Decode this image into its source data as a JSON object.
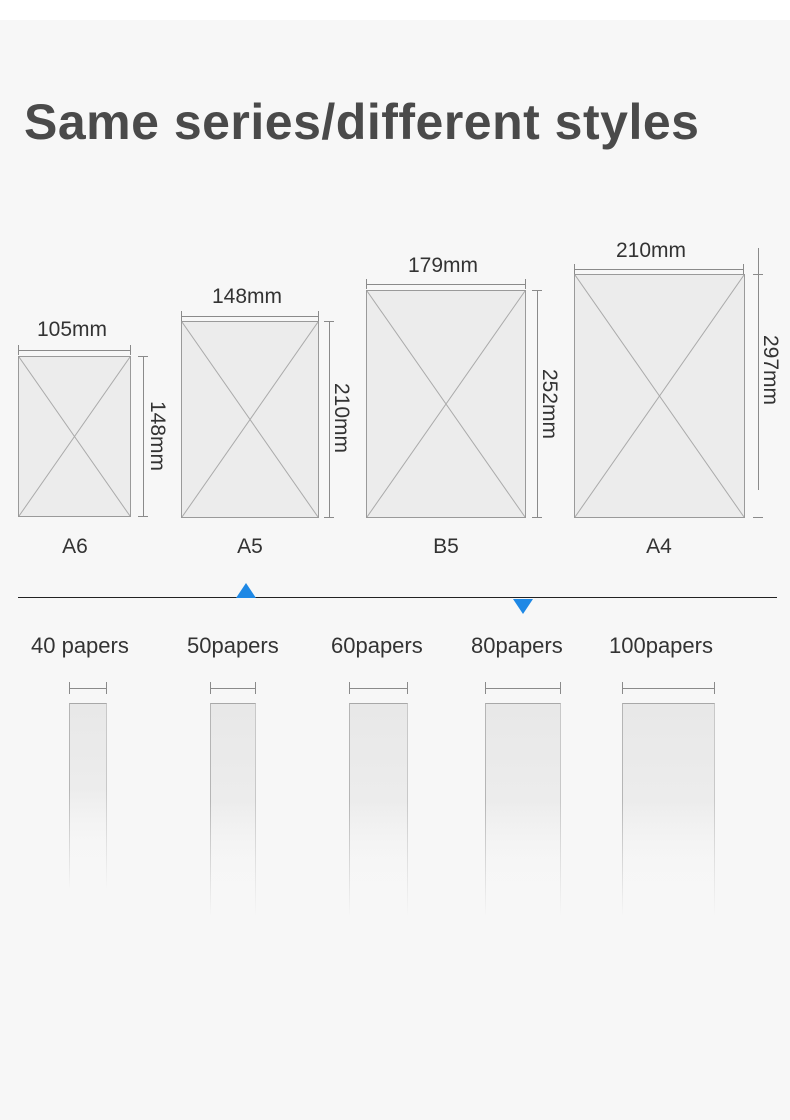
{
  "title": "Same series/different styles",
  "sizes": [
    {
      "name": "A6",
      "width": "105mm",
      "height": "148mm"
    },
    {
      "name": "A5",
      "width": "148mm",
      "height": "210mm"
    },
    {
      "name": "B5",
      "width": "179mm",
      "height": "252mm"
    },
    {
      "name": "A4",
      "width": "210mm",
      "height": "297mm"
    }
  ],
  "papers": [
    {
      "label": "40 papers"
    },
    {
      "label": "50papers"
    },
    {
      "label": "60papers"
    },
    {
      "label": "80papers"
    },
    {
      "label": "100papers"
    }
  ],
  "colors": {
    "marker": "#1e88e5",
    "sheet": "#ececec",
    "background": "#f7f7f7",
    "title": "#4a4a4a"
  }
}
